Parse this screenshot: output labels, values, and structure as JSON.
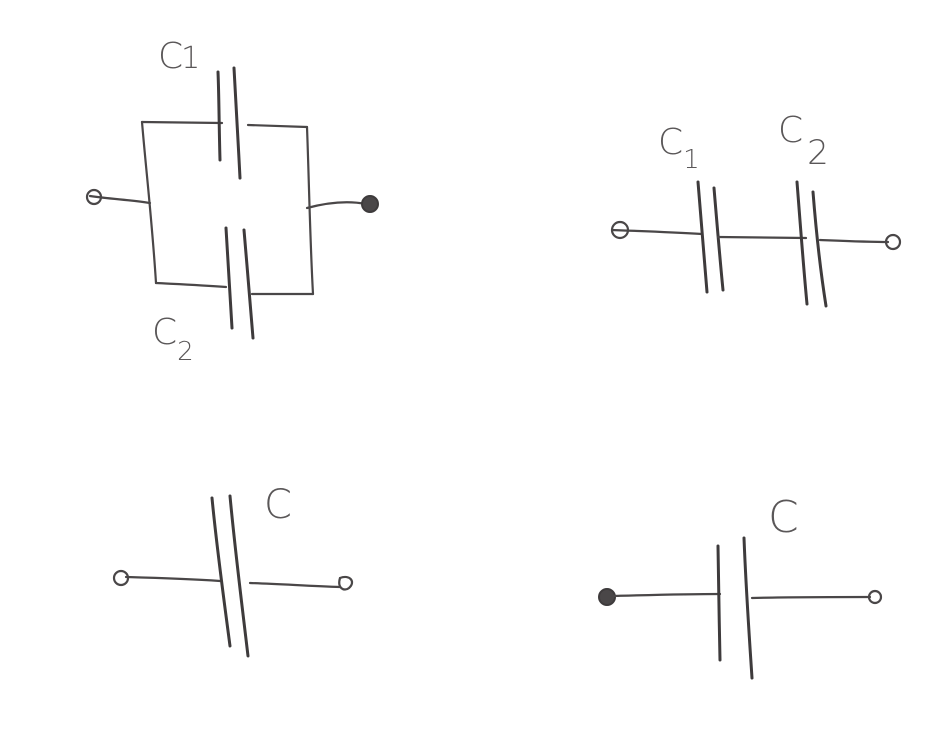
{
  "diagram": {
    "parallel": {
      "label_top": "C1",
      "label_top_main": "C",
      "label_top_sub": "1",
      "label_bottom_main": "C",
      "label_bottom_sub": "2"
    },
    "series": {
      "label_left_main": "C",
      "label_left_sub": "1",
      "label_right_main": "C",
      "label_right_sub": "2"
    },
    "single_a": {
      "label": "C"
    },
    "single_b": {
      "label": "C"
    }
  },
  "colors": {
    "ink": "#4a4748",
    "background": "#ffffff"
  }
}
